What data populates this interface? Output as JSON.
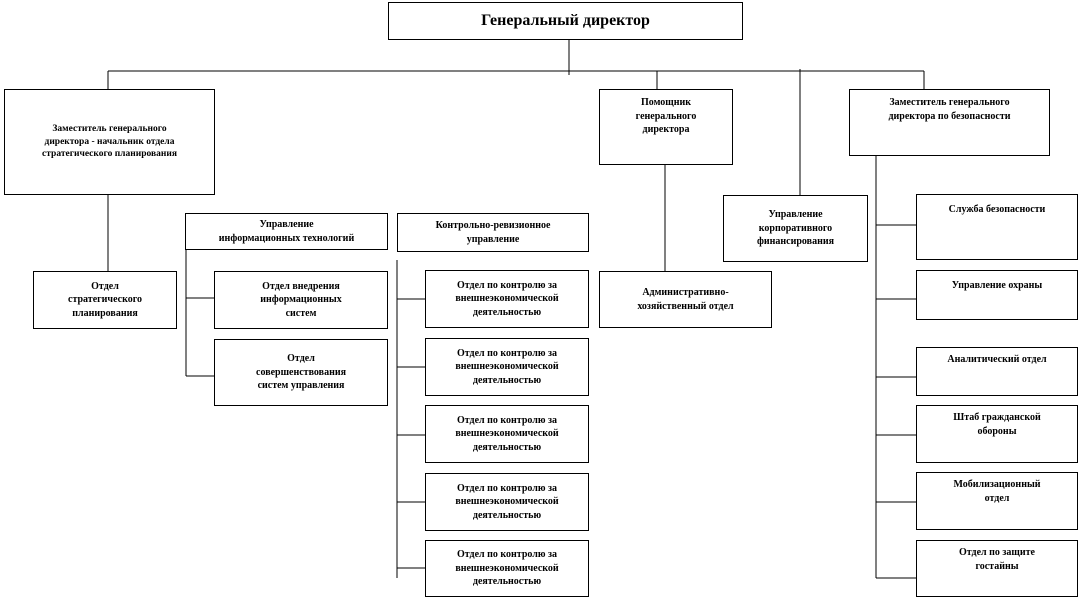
{
  "nodes": {
    "gd": "Генеральный директор",
    "zam_strat": "Заместитель  генерального\nдиректора  - начальник  отдела\nстратегического  планирования",
    "pomoshnik": "Помощник\nгенерального\nдиректора",
    "zam_bez": "Заместитель  генерального\nдиректора  по безопасности",
    "upr_korp": "Управление\nкорпоративного\nфинансирования",
    "otdel_strat": "Отдел\nстратегического\nпланирования",
    "upr_it": "Управление\nинформационных  технологий",
    "otdel_vnedr": "Отдел внедрения\nинформационных\nсистем",
    "otdel_sov": "Отдел\nсовершенствования\nсистем управления",
    "kru": "Контрольно-ревизионное\nуправление",
    "kru_otdel": "Отдел по контролю  за\nвнешнеэкономической\nдеятельностью",
    "aho": "Административно-\nхозяйственный  отдел",
    "sluzhba_bez": "Служба  безопасности",
    "upr_ohrany": "Управление  охраны",
    "analit": "Аналитический  отдел",
    "shtab_go": "Штаб  гражданской\nобороны",
    "mob": "Мобилизационный\nотдел",
    "gostaina": "Отдел по защите\nгостайны"
  }
}
